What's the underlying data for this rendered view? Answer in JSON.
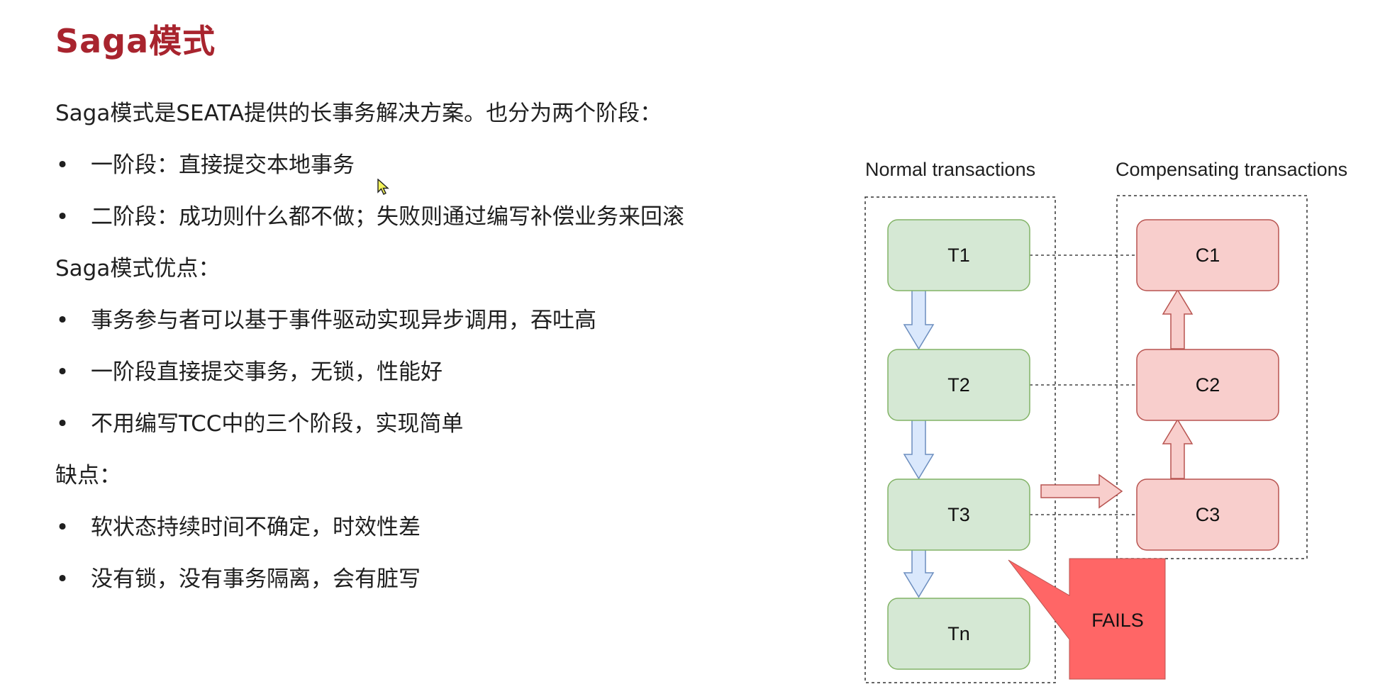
{
  "page": {
    "title": "Saga模式"
  },
  "content": {
    "intro": "Saga模式是SEATA提供的长事务解决方案。也分为两个阶段：",
    "phases": [
      "一阶段：直接提交本地事务",
      "二阶段：成功则什么都不做；失败则通过编写补偿业务来回滚"
    ],
    "advantages_heading": "Saga模式优点：",
    "advantages": [
      "事务参与者可以基于事件驱动实现异步调用，吞吐高",
      "一阶段直接提交事务，无锁，性能好",
      "不用编写TCC中的三个阶段，实现简单"
    ],
    "disadvantages_heading": "缺点：",
    "disadvantages": [
      "软状态持续时间不确定，时效性差",
      "没有锁，没有事务隔离，会有脏写"
    ],
    "bullet_symbol": "•"
  },
  "diagram": {
    "normal_label": "Normal transactions",
    "compensating_label": "Compensating transactions",
    "normal_nodes": [
      "T1",
      "T2",
      "T3",
      "Tn"
    ],
    "compensating_nodes": [
      "C1",
      "C2",
      "C3"
    ],
    "fail_label": "FAILS",
    "colors": {
      "normal_fill": "#d5e8d4",
      "normal_stroke": "#82b366",
      "comp_fill": "#f8cecc",
      "comp_stroke": "#b85450",
      "down_arrow_fill": "#dae8fc",
      "down_arrow_stroke": "#6c8ebf",
      "fail_fill": "#ff6666",
      "title_color": "#a8242e"
    },
    "icons": {
      "cursor": "mouse-pointer-icon"
    }
  }
}
